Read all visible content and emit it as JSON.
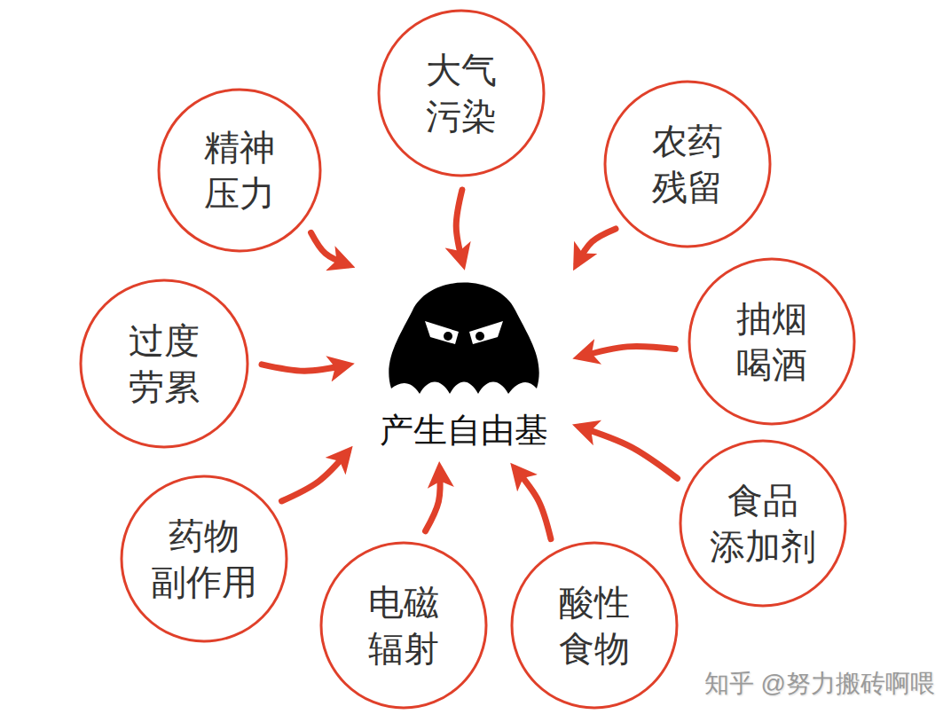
{
  "diagram": {
    "nodes": [
      {
        "text": [
          "大气 污染"
        ]
      },
      {
        "text": [
          "精神 压力"
        ]
      },
      {
        "text": [
          "农药 残留"
        ]
      },
      {
        "text": [
          "过度 劳累"
        ]
      },
      {
        "text": [
          "产生自由基"
        ]
      },
      {
        "text": [
          "抽烟 喝酒"
        ]
      },
      {
        "text": [
          "食品 添加剂"
        ]
      },
      {
        "text": [
          "药物 副作用"
        ]
      },
      {
        "text": [
          "电磁 辐射"
        ]
      },
      {
        "text": [
          "酸性 食物"
        ]
      }
    ],
    "edges": [
      {
        "from": 0,
        "to": 4,
        "arrow": "to"
      },
      {
        "from": 1,
        "to": 4,
        "arrow": "to"
      },
      {
        "from": 2,
        "to": 4,
        "arrow": "to"
      },
      {
        "from": 3,
        "to": 4,
        "arrow": "to"
      },
      {
        "from": 5,
        "to": 4,
        "arrow": "to"
      },
      {
        "from": 6,
        "to": 4,
        "arrow": "to"
      },
      {
        "from": 7,
        "to": 4,
        "arrow": "to"
      },
      {
        "from": 8,
        "to": 4,
        "arrow": "to"
      },
      {
        "from": 9,
        "to": 4,
        "arrow": "to"
      }
    ],
    "labels": [
      "知乎 @努力搬砖啊喂"
    ]
  }
}
